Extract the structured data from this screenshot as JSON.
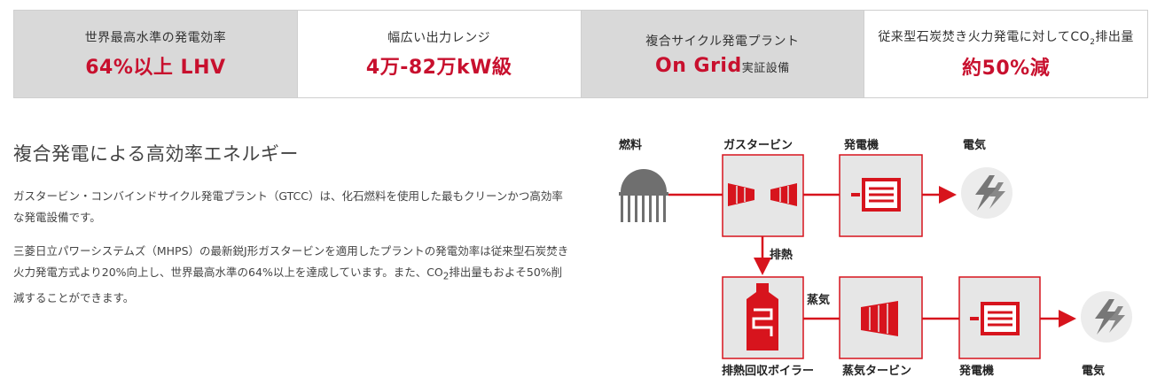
{
  "stats": [
    {
      "label": "世界最高水準の発電効率",
      "value": "64%以上 LHV",
      "value_suffix": ""
    },
    {
      "label": "幅広い出力レンジ",
      "value": "4万-82万kW級",
      "value_suffix": ""
    },
    {
      "label": "複合サイクル発電プラント",
      "value": "On Grid",
      "value_suffix": "実証設備"
    },
    {
      "label_pre": "従来型石炭焚き火力発電に対してCO",
      "label_sub": "2",
      "label_post": "排出量",
      "value": "約50%減",
      "value_suffix": ""
    }
  ],
  "heading": "複合発電による高効率エネルギー",
  "para1": "ガスタービン・コンバインドサイクル発電プラント（GTCC）は、化石燃料を使用した最もクリーンかつ高効率な発電設備です。",
  "para2_pre": "三菱日立パワーシステムズ（MHPS）の最新鋭J形ガスタービンを適用したプラントの発電効率は従来型石炭焚き火力発電方式より20%向上し、世界最高水準の64%以上を達成しています。また、CO",
  "para2_sub": "2",
  "para2_post": "排出量もおよそ50%削減することができます。",
  "diagram": {
    "fuel": "燃料",
    "gas_turbine": "ガスタービン",
    "generator_top": "発電機",
    "electricity_top": "電気",
    "exhaust_heat": "排熱",
    "steam": "蒸気",
    "hrsg": "排熱回収ボイラー",
    "steam_turbine": "蒸気タービン",
    "generator_bottom": "発電機",
    "electricity_bottom": "電気"
  },
  "colors": {
    "accent": "#d7141d",
    "box_fill": "#e6e6e6",
    "stat_gray": "#d9d9d9",
    "icon_gray": "#777777"
  }
}
